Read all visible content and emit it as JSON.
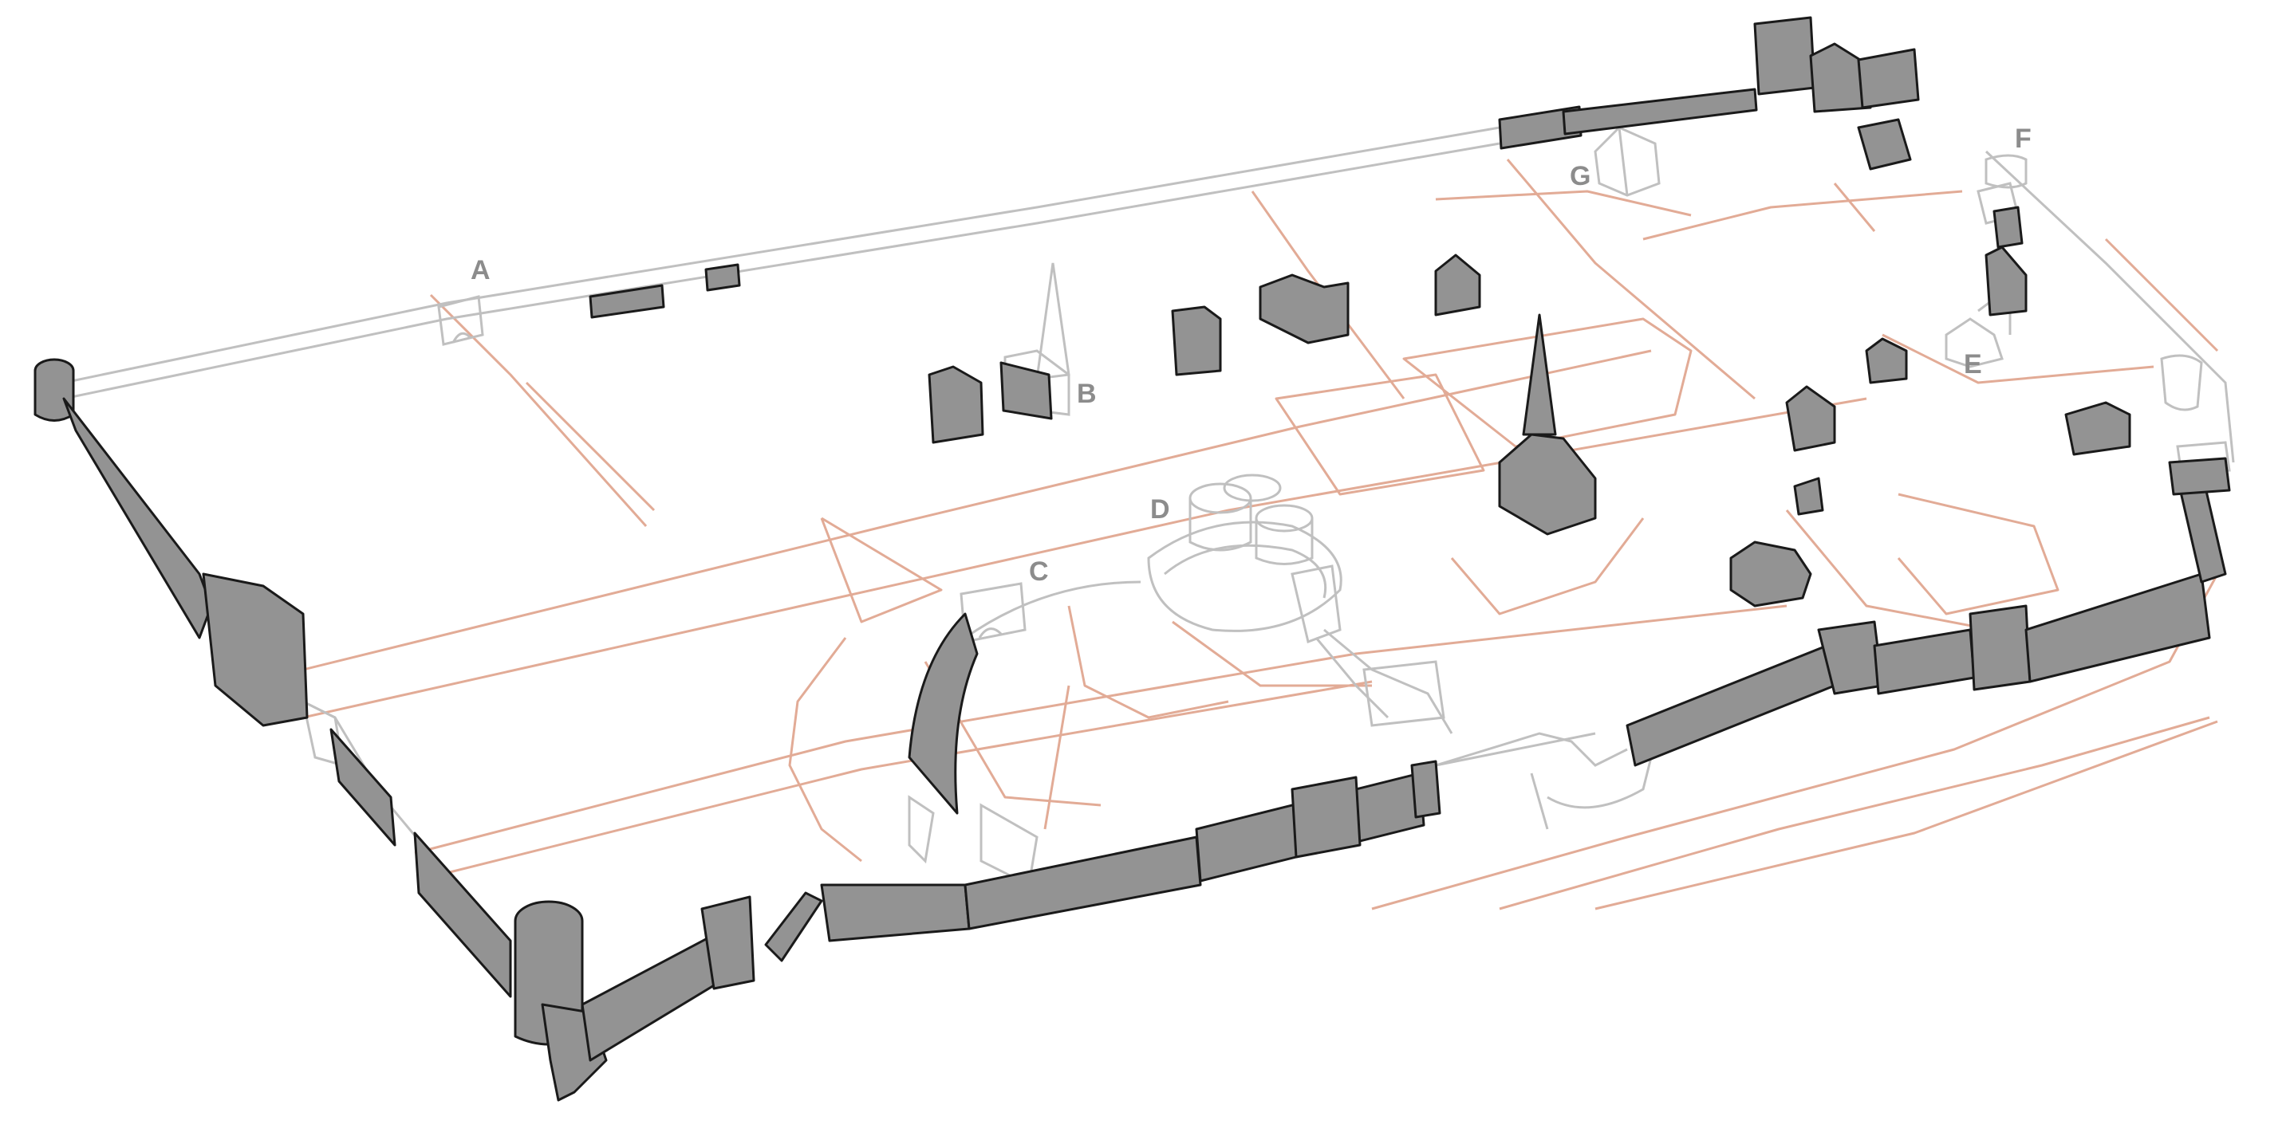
{
  "diagram": {
    "labels": [
      {
        "id": "A",
        "text": "A"
      },
      {
        "id": "B",
        "text": "B"
      },
      {
        "id": "C",
        "text": "C"
      },
      {
        "id": "D",
        "text": "D"
      },
      {
        "id": "E",
        "text": "E"
      },
      {
        "id": "F",
        "text": "F"
      },
      {
        "id": "G",
        "text": "G"
      }
    ],
    "colors": {
      "street": "#e2ab96",
      "wall_fill": "#939393",
      "wall_stroke": "#1a1a1a",
      "ghost_stroke": "#c0c0c0",
      "label": "#8c8c8c",
      "background": "#ffffff"
    }
  }
}
